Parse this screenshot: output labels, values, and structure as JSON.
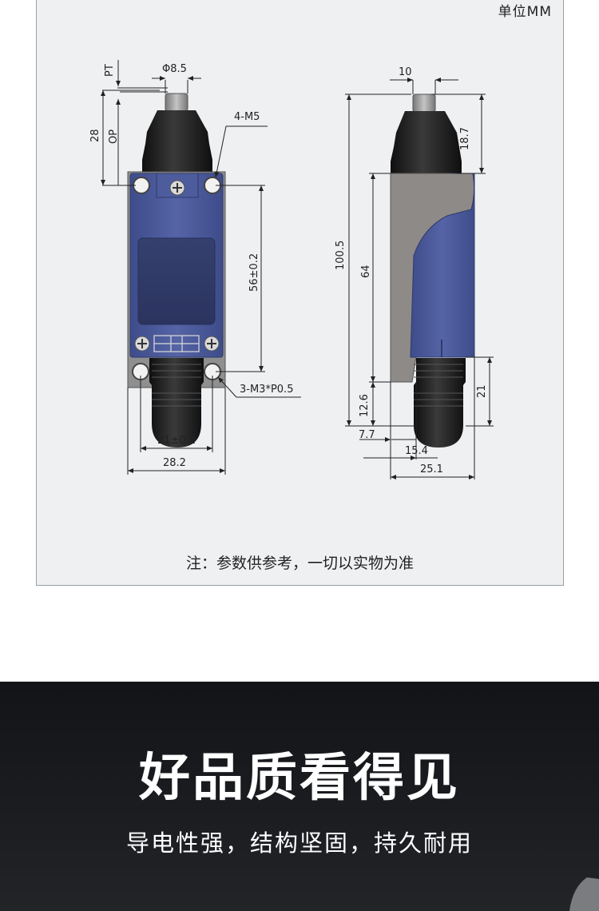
{
  "unit_label": "单位MM",
  "note": "注：参数供参考，一切以实物为准",
  "front_view": {
    "pt": "PT",
    "op": "OP",
    "dia": "Φ8.5",
    "dim28": "28",
    "thread_top": "4-M5",
    "dim56": "56±0.2",
    "thread_bottom": "3-M3*P0.5",
    "dim21": "21±0.2",
    "dim282": "28.2"
  },
  "side_view": {
    "dim10": "10",
    "dim187": "18.7",
    "dim1005": "100.5",
    "dim64": "64",
    "dim126": "12.6",
    "dim21": "21",
    "dim77": "7.7",
    "dim154": "15.4",
    "dim251": "25.1"
  },
  "banner": {
    "title": "好品质看得见",
    "subtitle": "导电性强，结构坚固，持久耐用"
  },
  "colors": {
    "body_blue": "#4b5a9a",
    "housing_black": "#1c1c1c",
    "metal_gray": "#8e8e8e"
  }
}
